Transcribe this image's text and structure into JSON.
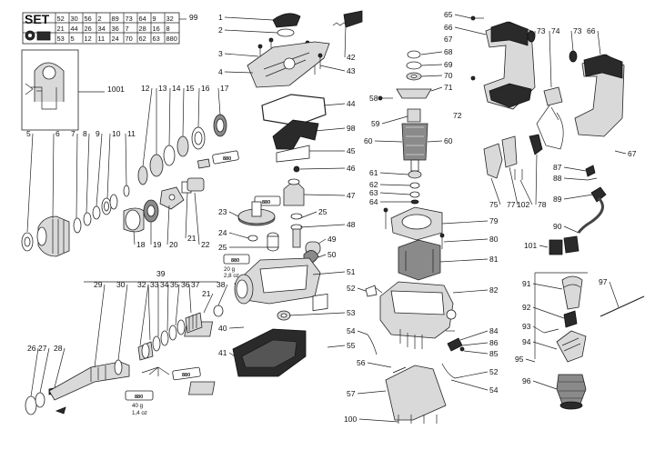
{
  "set_table": {
    "title": "SET",
    "row1": [
      "52",
      "30",
      "56",
      "2",
      "89",
      "73",
      "64",
      "9",
      "32"
    ],
    "row2": [
      "21",
      "44",
      "26",
      "34",
      "36",
      "7",
      "28",
      "16",
      "8"
    ],
    "row3": [
      "53",
      "5",
      "12",
      "11",
      "24",
      "70",
      "62",
      "63",
      "880"
    ]
  },
  "labels": [
    "1",
    "2",
    "3",
    "4",
    "5",
    "6",
    "7",
    "8",
    "9",
    "10",
    "11",
    "12",
    "13",
    "14",
    "15",
    "16",
    "17",
    "18",
    "19",
    "20",
    "21",
    "22",
    "23",
    "24",
    "25",
    "26",
    "27",
    "28",
    "29",
    "30",
    "32",
    "33",
    "34",
    "35",
    "36",
    "37",
    "38",
    "39",
    "40",
    "41",
    "42",
    "43",
    "44",
    "45",
    "46",
    "47",
    "48",
    "49",
    "50",
    "51",
    "52",
    "53",
    "54",
    "55",
    "56",
    "57",
    "58",
    "59",
    "60",
    "61",
    "62",
    "63",
    "64",
    "65",
    "66",
    "67",
    "68",
    "69",
    "70",
    "71",
    "72",
    "73",
    "74",
    "75",
    "77",
    "78",
    "79",
    "80",
    "81",
    "82",
    "84",
    "85",
    "86",
    "87",
    "88",
    "89",
    "90",
    "91",
    "92",
    "93",
    "94",
    "95",
    "96",
    "97",
    "98",
    "99",
    "100",
    "101",
    "102",
    "1001"
  ],
  "grease": {
    "tube_label": "880",
    "amount_a": "20 g",
    "amount_b": "2,8 oz",
    "amount_c": "40 g",
    "amount_d": "1,4 oz"
  }
}
